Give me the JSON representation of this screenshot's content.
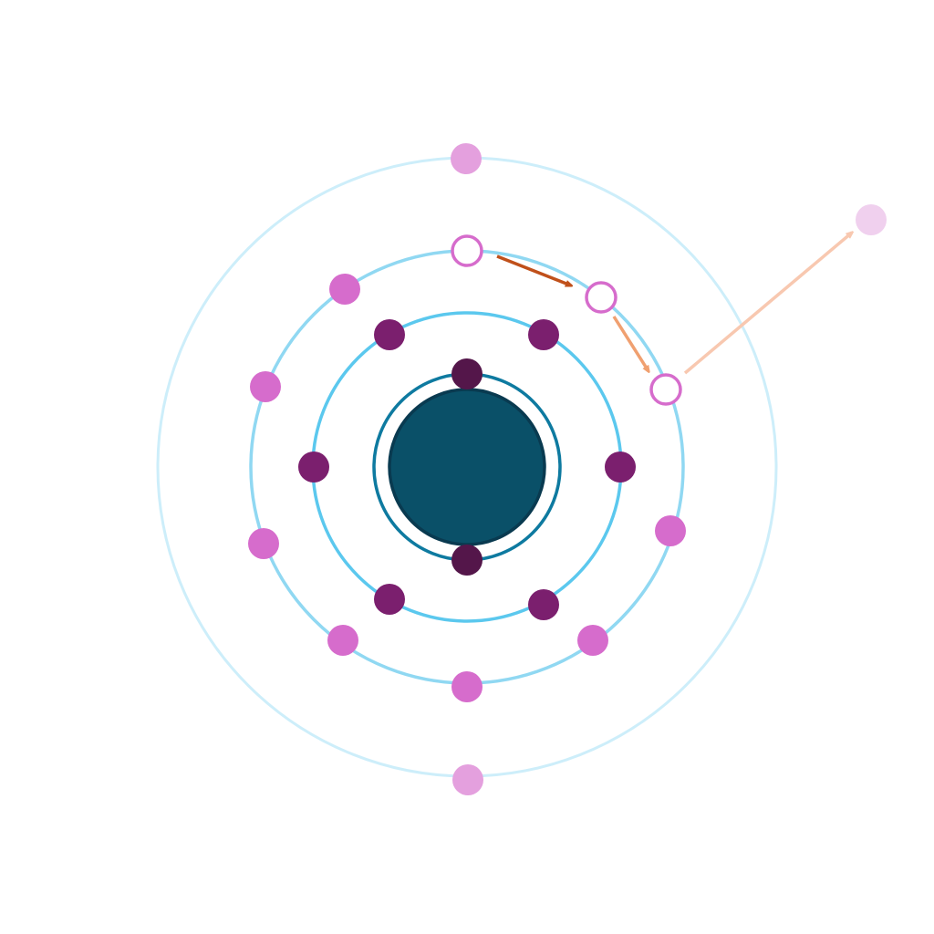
{
  "diagram": {
    "kind": "atom-electron-shells",
    "colors": {
      "background": "#ffffff",
      "nucleus_fill": "#0a5068",
      "nucleus_stroke": "#093a50",
      "shell_1": "#0e7aa0",
      "shell_2": "#5bc8ee",
      "shell_3": "#90d8f2",
      "shell_4": "#cdeefa",
      "electron_shell_1": "#54164a",
      "electron_shell_2": "#7b1f6e",
      "electron_shell_3": "#d66ccc",
      "electron_shell_4": "#e4a0de",
      "electron_escaped": "#f0d0ee",
      "arrow_1": "#c0501a",
      "arrow_2": "#f0a070",
      "arrow_3": "#f8c8b0"
    },
    "shells": [
      {
        "name": "shell-1",
        "electrons": 2,
        "vacancies": 0
      },
      {
        "name": "shell-2",
        "electrons": 6,
        "vacancies": 0
      },
      {
        "name": "shell-3",
        "electrons": 7,
        "vacancies": 3
      },
      {
        "name": "shell-4",
        "electrons": 2,
        "vacancies": 0
      }
    ],
    "escaped_electrons": 1,
    "transition_arrows": 3
  }
}
